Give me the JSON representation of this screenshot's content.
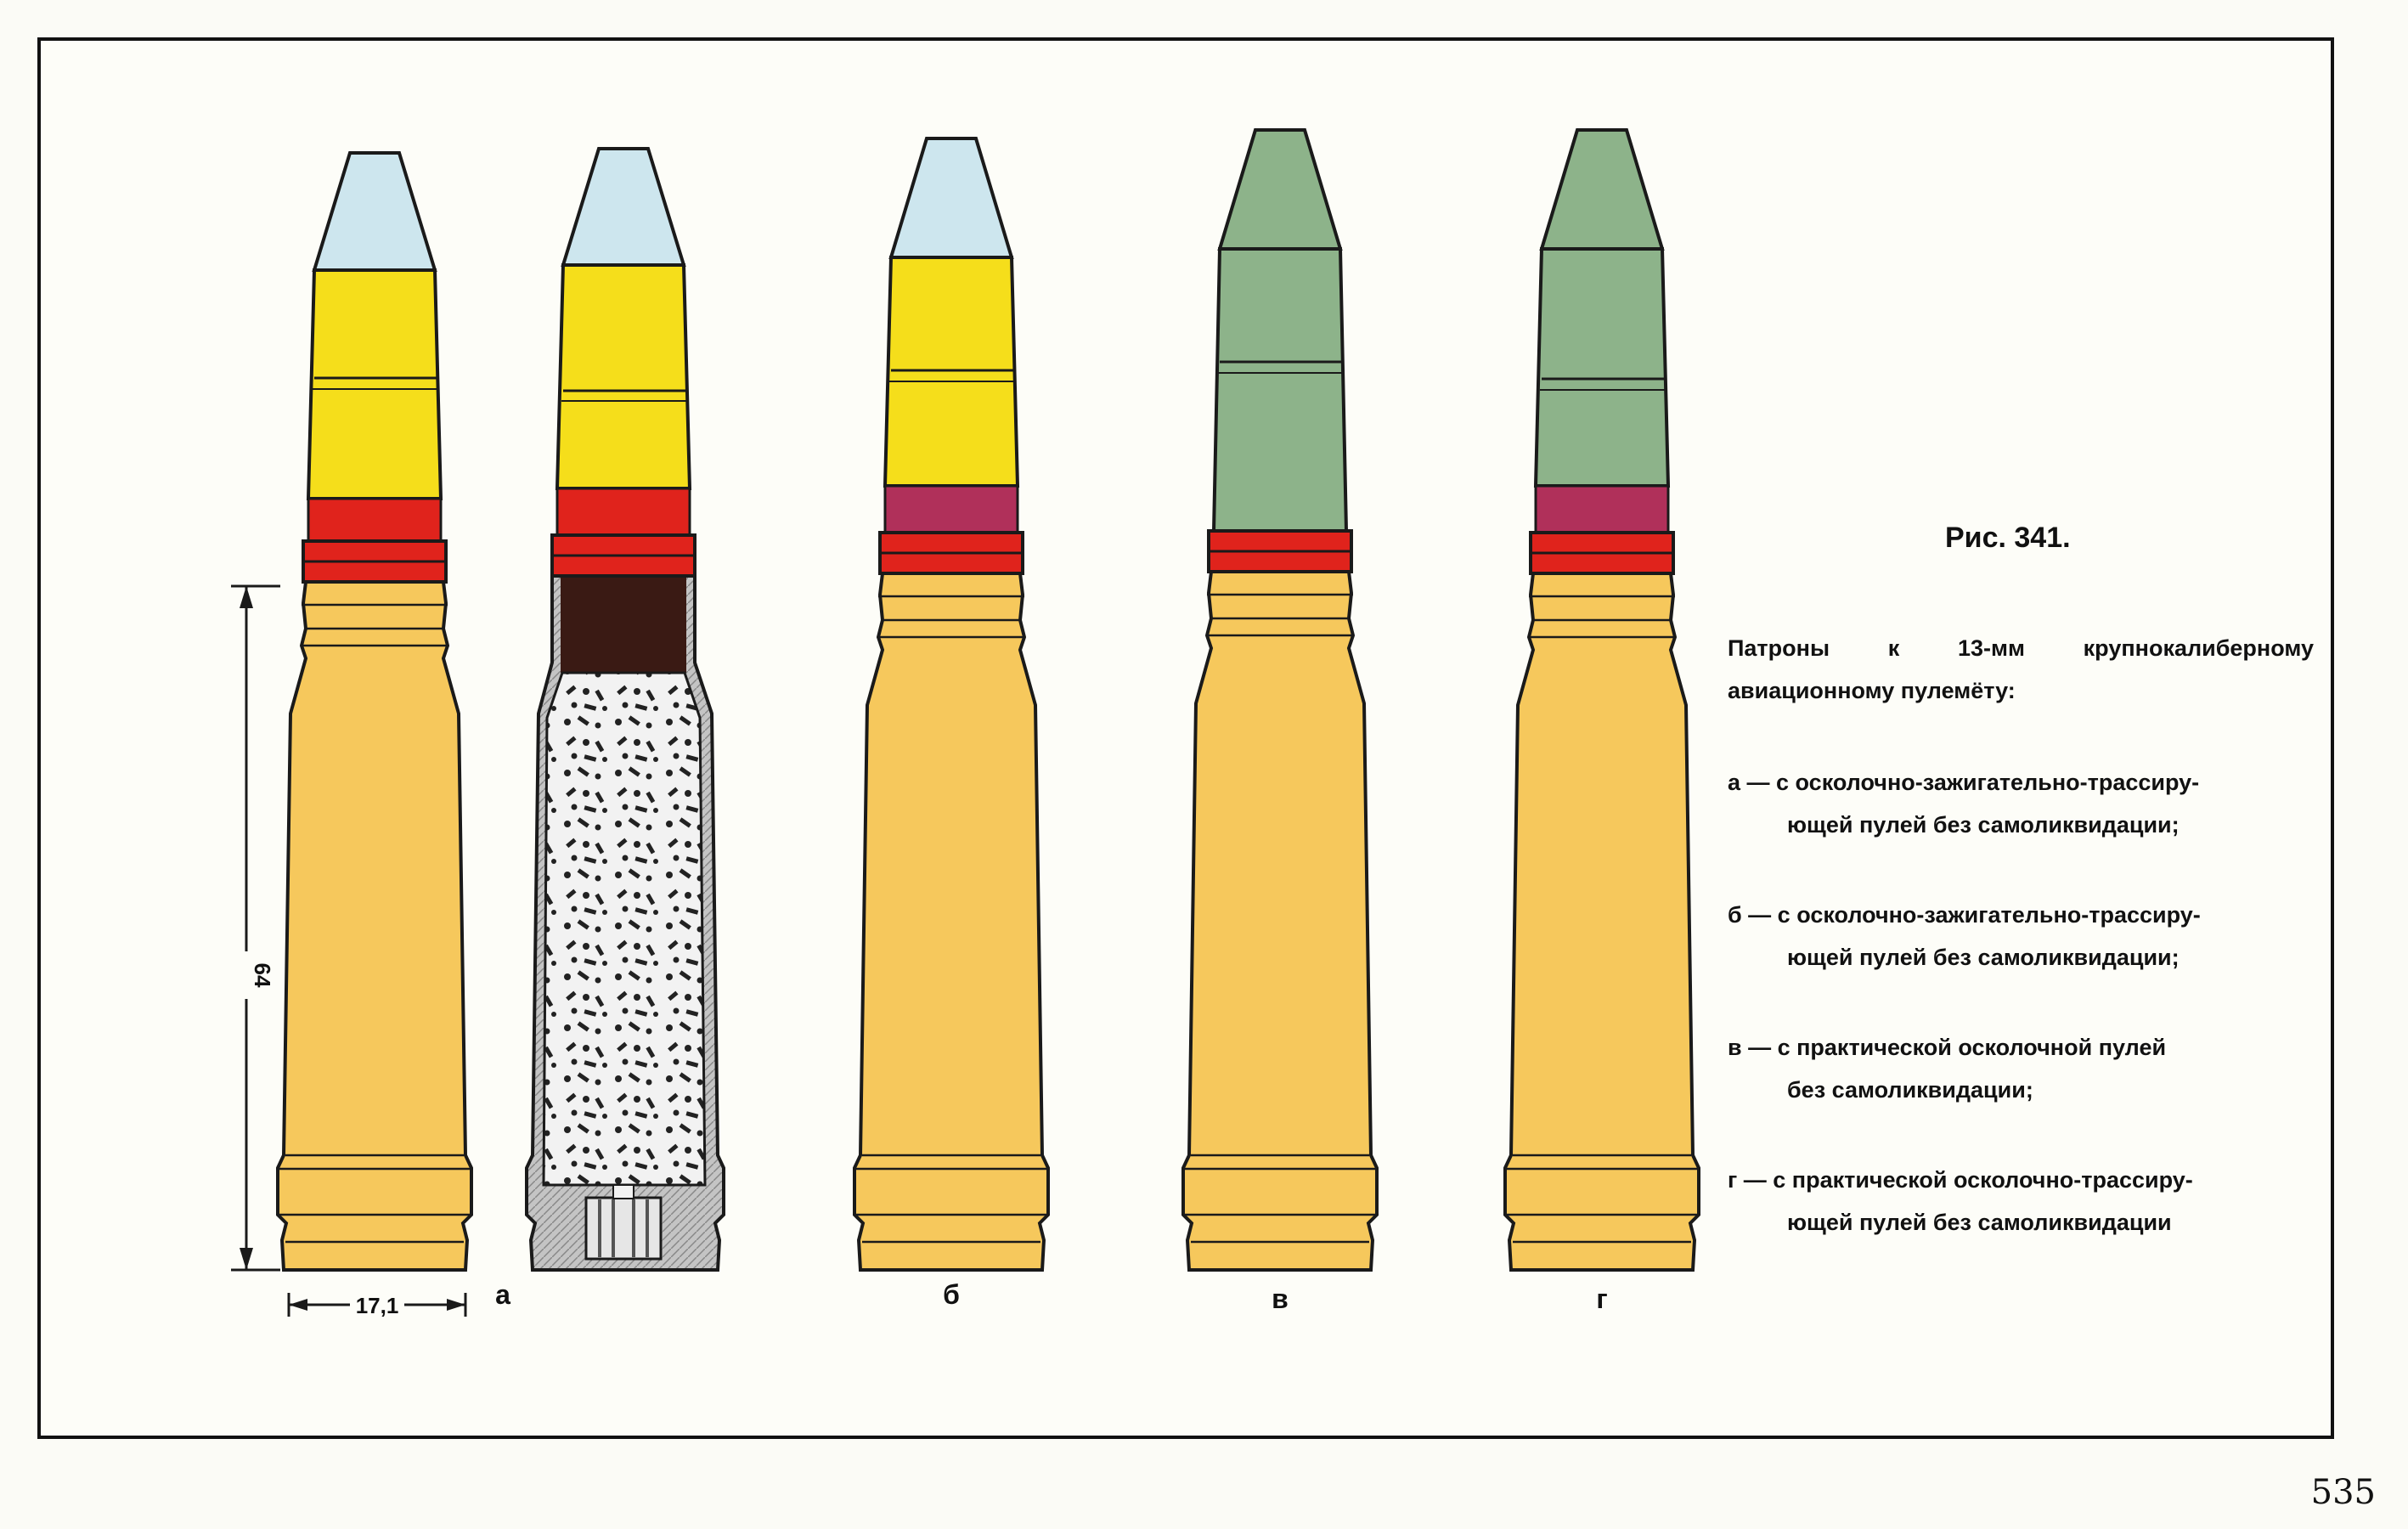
{
  "figure": {
    "title": "Рис. 341.",
    "caption_head": "Патроны к 13-мм крупнокалиберному авиационному пулемёту:",
    "items": [
      {
        "letter": "а",
        "line1": "а — с осколочно-зажигательно-трассиру-",
        "line2": "ющей пулей без самоликвидации;"
      },
      {
        "letter": "б",
        "line1": "б — с осколочно-зажигательно-трассиру-",
        "line2": "ющей пулей без самоликвидации;"
      },
      {
        "letter": "в",
        "line1": "в — с практической осколочной пулей",
        "line2": "без самоликвидации;"
      },
      {
        "letter": "г",
        "line1": "г — с практической осколочно-трассиру-",
        "line2": "ющей пулей без самоликвидации"
      }
    ]
  },
  "dimensions": {
    "length_label": "64",
    "width_label": "17,1"
  },
  "labels": [
    "а",
    "б",
    "в",
    "г"
  ],
  "page_number": "535",
  "colors": {
    "casing": "#f6c85c",
    "bullet_tip_blue": "#cde6ee",
    "bullet_tip_green": "#8db38a",
    "bullet_body_yellow": "#f5de1b",
    "red_band": "#e0231c",
    "magenta_band": "#b0305a",
    "powder_dark": "#3a1a14",
    "section_grey": "#b4b4b4",
    "outline": "#1a1a1a"
  }
}
